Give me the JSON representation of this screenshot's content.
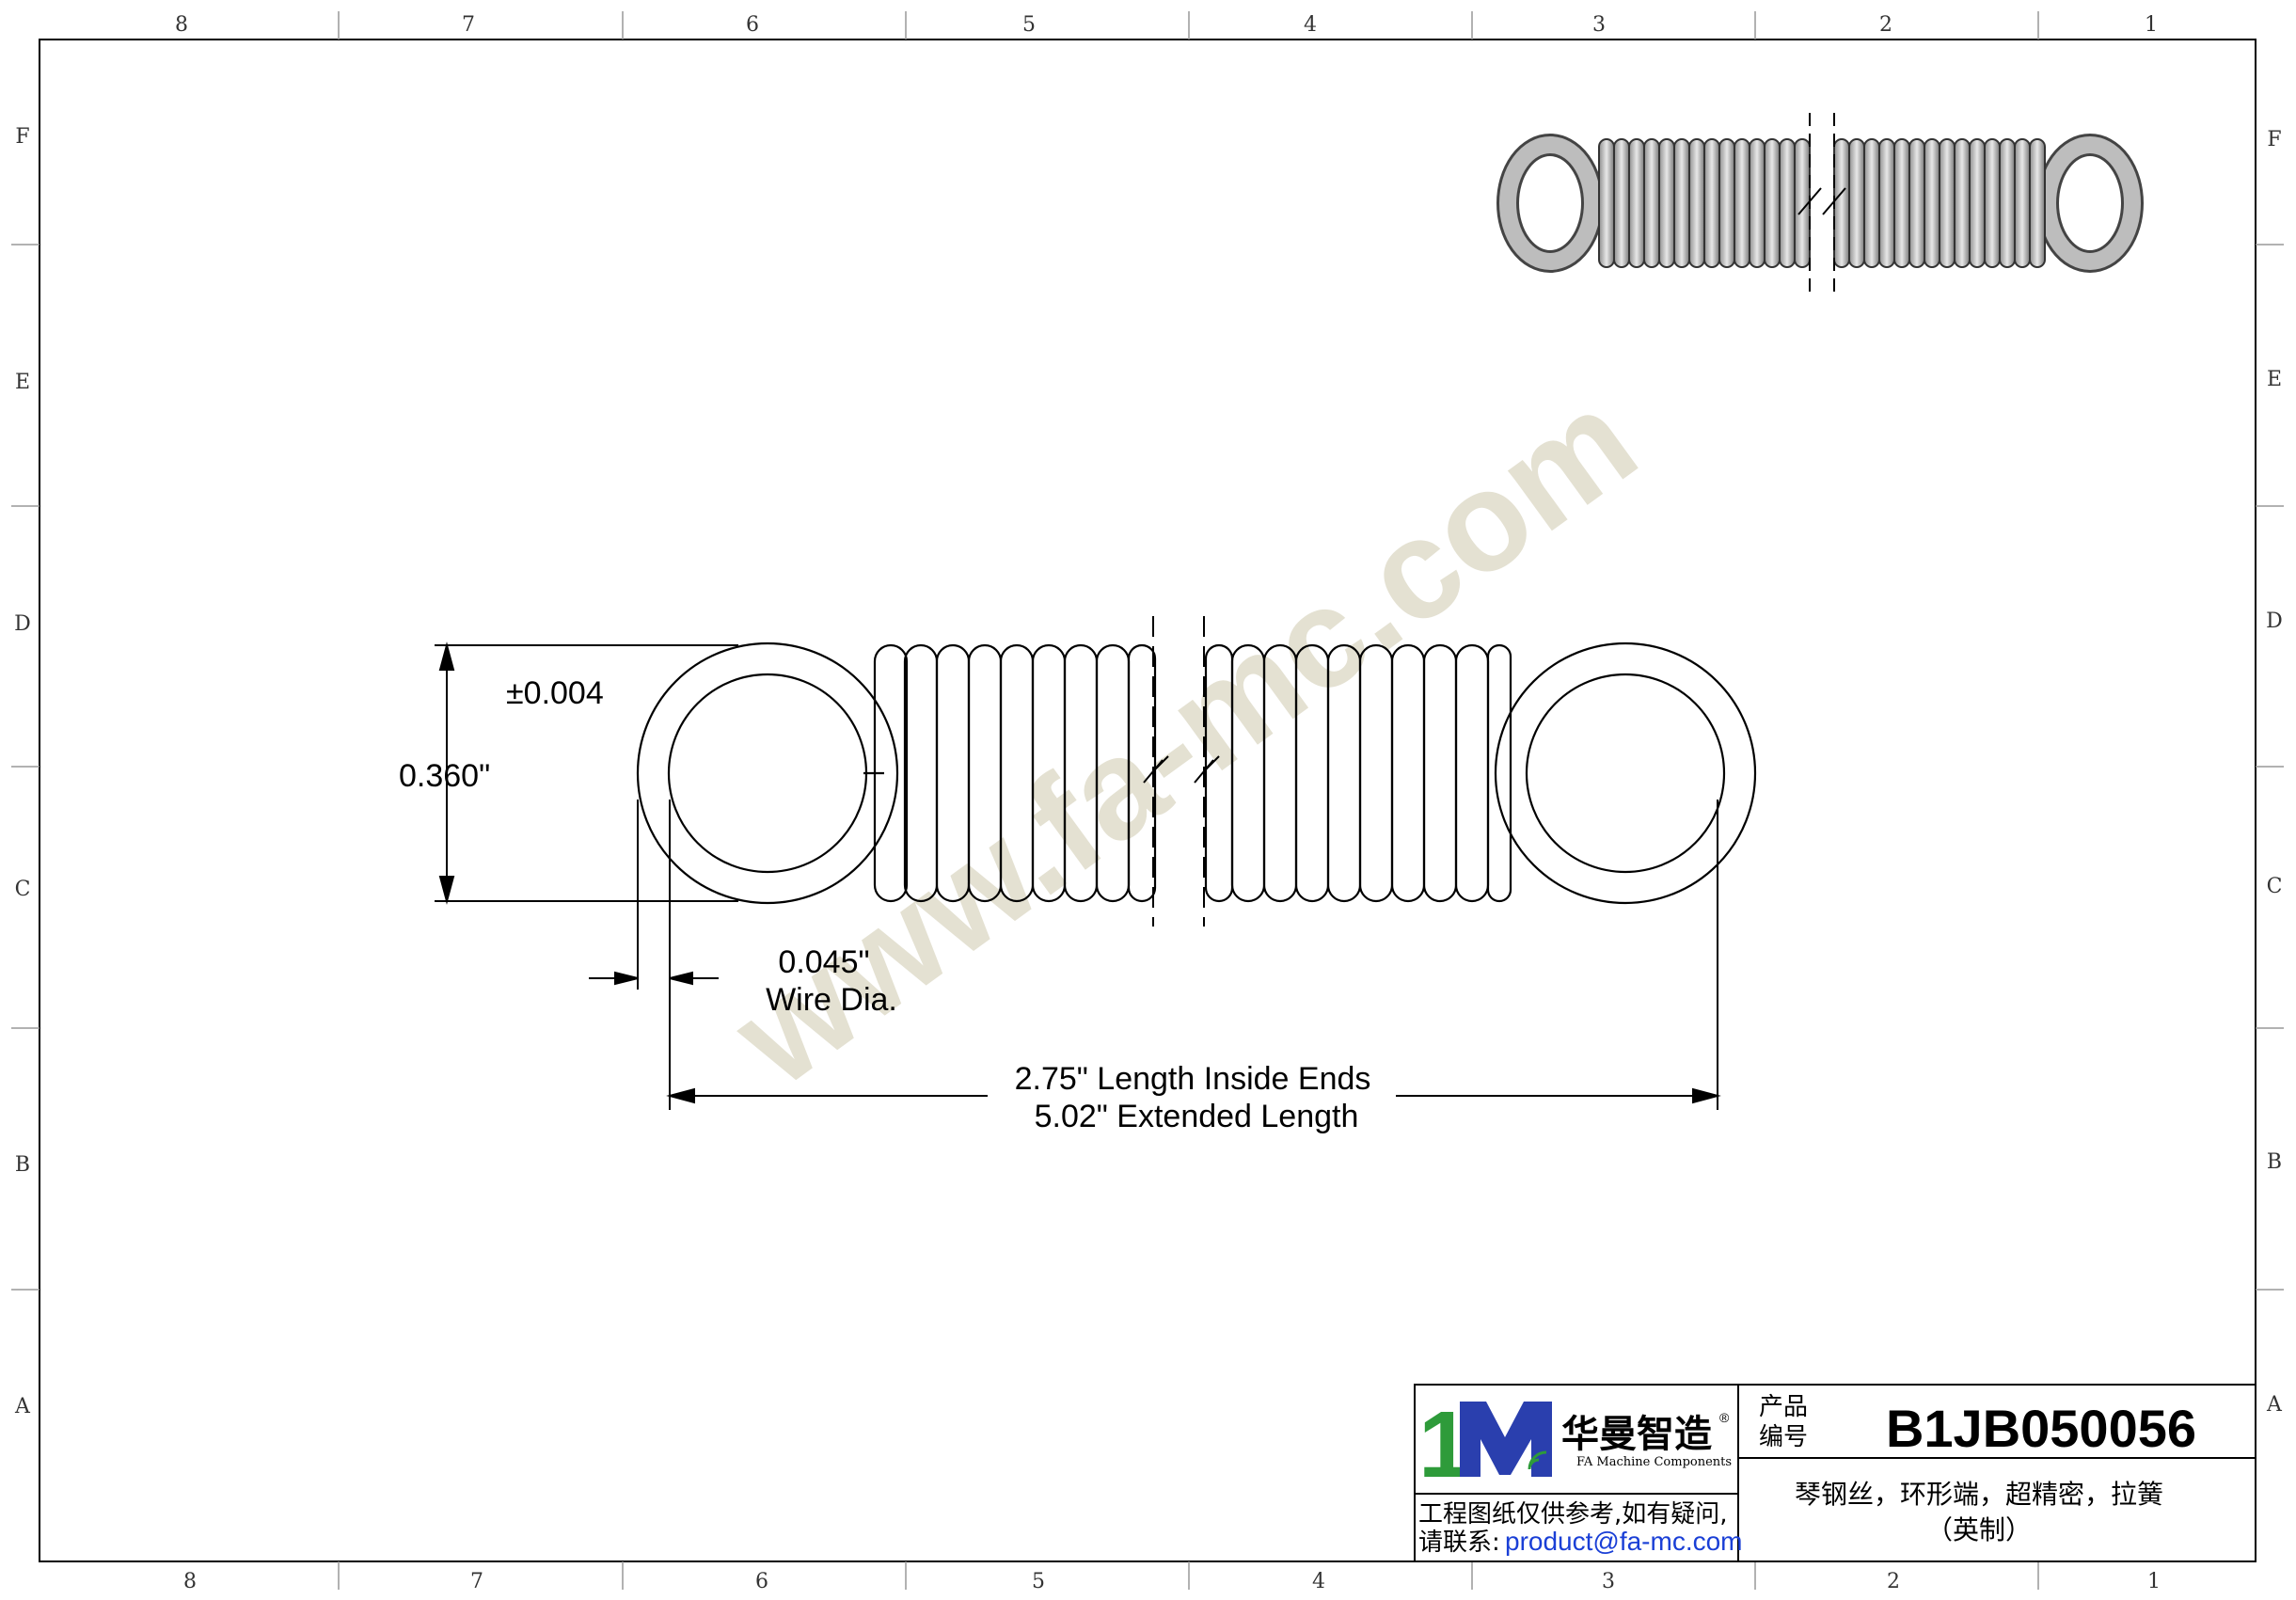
{
  "grid": {
    "columns_top": [
      "8",
      "7",
      "6",
      "5",
      "4",
      "3",
      "2",
      "1"
    ],
    "rows_side": [
      "F",
      "E",
      "D",
      "C",
      "B",
      "A"
    ]
  },
  "watermark": "www.fa-mc.com",
  "dimensions": {
    "tolerance": "±0.004",
    "outer_diameter": "0.360\"",
    "wire_diameter": "0.045\"",
    "wire_label": "Wire Dia.",
    "length_inside_ends": "2.75\" Length Inside Ends",
    "extended_length": "5.02\" Extended Length"
  },
  "title_block": {
    "logo_text": "1M",
    "brand_cn": "华曼智造",
    "brand_en": "FA Machine Components",
    "registered": "®",
    "product_label_line1": "产品",
    "product_label_line2": "编号",
    "product_code": "B1JB050056",
    "description_line1": "琴钢丝，环形端，超精密，拉簧",
    "description_line2": "（英制）",
    "note_line1": "工程图纸仅供参考,如有疑问,",
    "note_line2_prefix": "请联系:",
    "email": "product@fa-mc.com"
  },
  "colors": {
    "logo_green": "#2e9b3a",
    "logo_blue": "#2a3fae",
    "email_blue": "#1a3fd6",
    "watermark": "#d9d5c0"
  }
}
